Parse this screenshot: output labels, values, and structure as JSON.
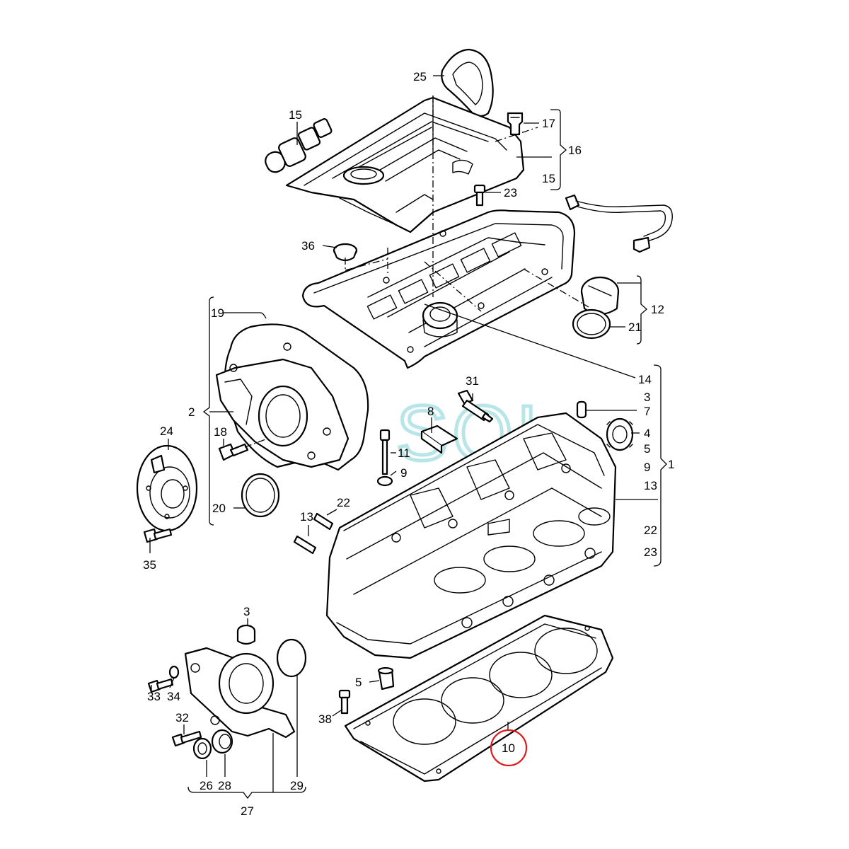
{
  "watermark": {
    "text": "SQL",
    "color": "#7fd0d6"
  },
  "highlight": {
    "part_number": "10",
    "color": "#e01a1a"
  },
  "labels": {
    "l25": "25",
    "l15a": "15",
    "l17": "17",
    "l16": "16",
    "l15b": "15",
    "l23a": "23",
    "l36": "36",
    "l12": "12",
    "l21a": "21",
    "l19": "19",
    "l14": "14",
    "l3a": "3",
    "l31": "31",
    "l7": "7",
    "l2": "2",
    "l8": "8",
    "l4": "4",
    "l24": "24",
    "l18": "18",
    "l11": "11",
    "l5a": "5",
    "l9a": "9",
    "l9b": "9",
    "l1": "1",
    "l13a": "13",
    "l20": "20",
    "l13b": "13",
    "l22a": "22",
    "l22b": "22",
    "l23b": "23",
    "l35": "35",
    "l3b": "3",
    "l5b": "5",
    "l33": "33",
    "l34": "34",
    "l38": "38",
    "l32": "32",
    "l10": "10",
    "l26": "26",
    "l28": "28",
    "l29": "29",
    "l27": "27"
  }
}
